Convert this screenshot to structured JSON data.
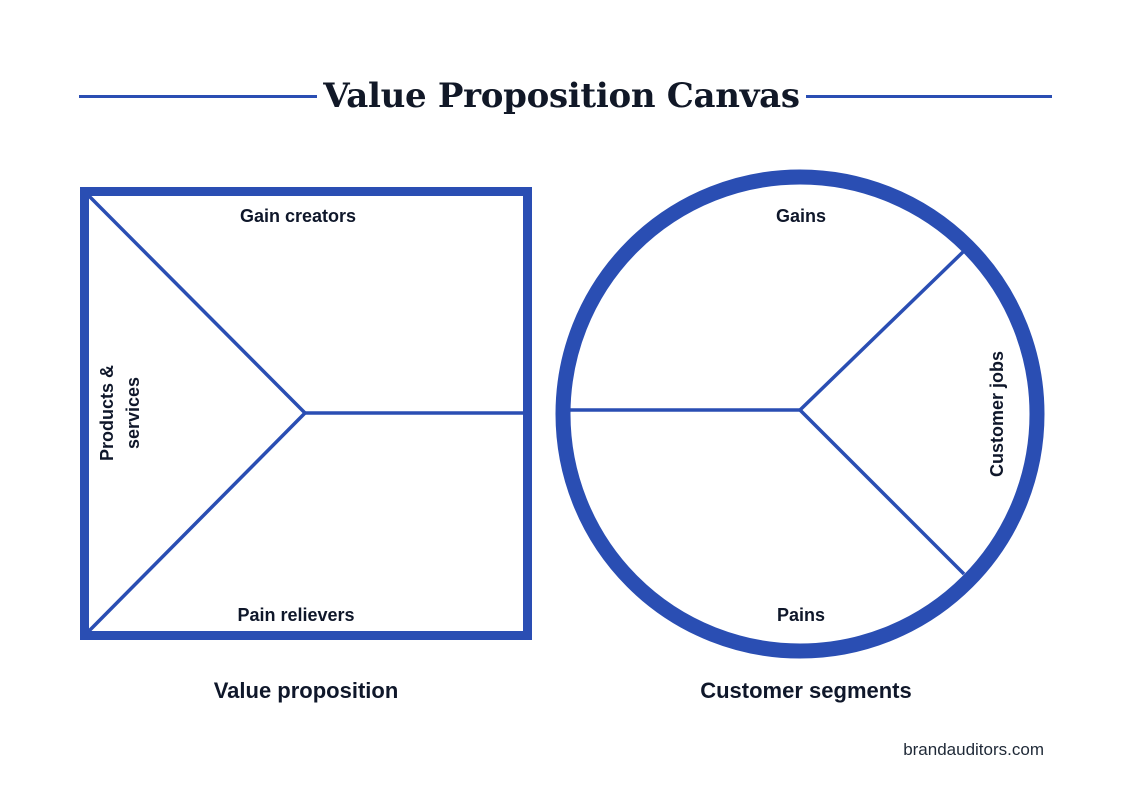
{
  "page": {
    "title": "Value Proposition Canvas",
    "footer": "brandauditors.com"
  },
  "value_proposition": {
    "label": "Value proposition",
    "sections": {
      "gain_creators": "Gain creators",
      "products_services_line1": "Products &",
      "products_services_line2": "services",
      "pain_relievers": "Pain relievers"
    }
  },
  "customer_segments": {
    "label": "Customer segments",
    "sections": {
      "gains": "Gains",
      "customer_jobs": "Customer jobs",
      "pains": "Pains"
    }
  },
  "colors": {
    "accent": "#2a4eb3",
    "text": "#0f172a",
    "background": "#ffffff"
  }
}
